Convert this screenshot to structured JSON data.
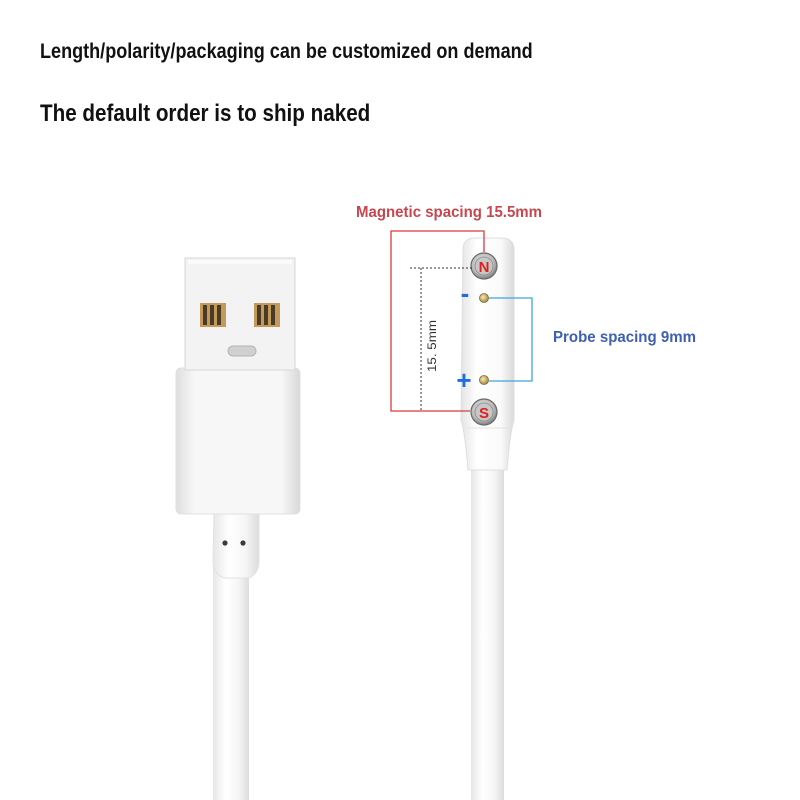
{
  "captions": {
    "line1": "Length/polarity/packaging can be customized on demand",
    "line2": "The default order is to ship naked"
  },
  "annotations": {
    "magnetic_spacing": "Magnetic spacing 15.5mm",
    "probe_spacing": "Probe spacing 9mm",
    "dimension": "15. 5mm",
    "north_pole": "N",
    "south_pole": "S",
    "negative": "-",
    "positive": "+"
  },
  "colors": {
    "magnetic_label": "#c8474f",
    "probe_label": "#3f5fb0",
    "magnetic_line": "#d93a3a",
    "probe_line": "#3aa7dc",
    "polarity_symbols": "#1e6fd9",
    "magnet_letters": "#e02020"
  },
  "icons": {
    "usb_plug": "usb-a-plug-illustration",
    "magnetic_connector": "magnetic-charging-head-illustration"
  }
}
